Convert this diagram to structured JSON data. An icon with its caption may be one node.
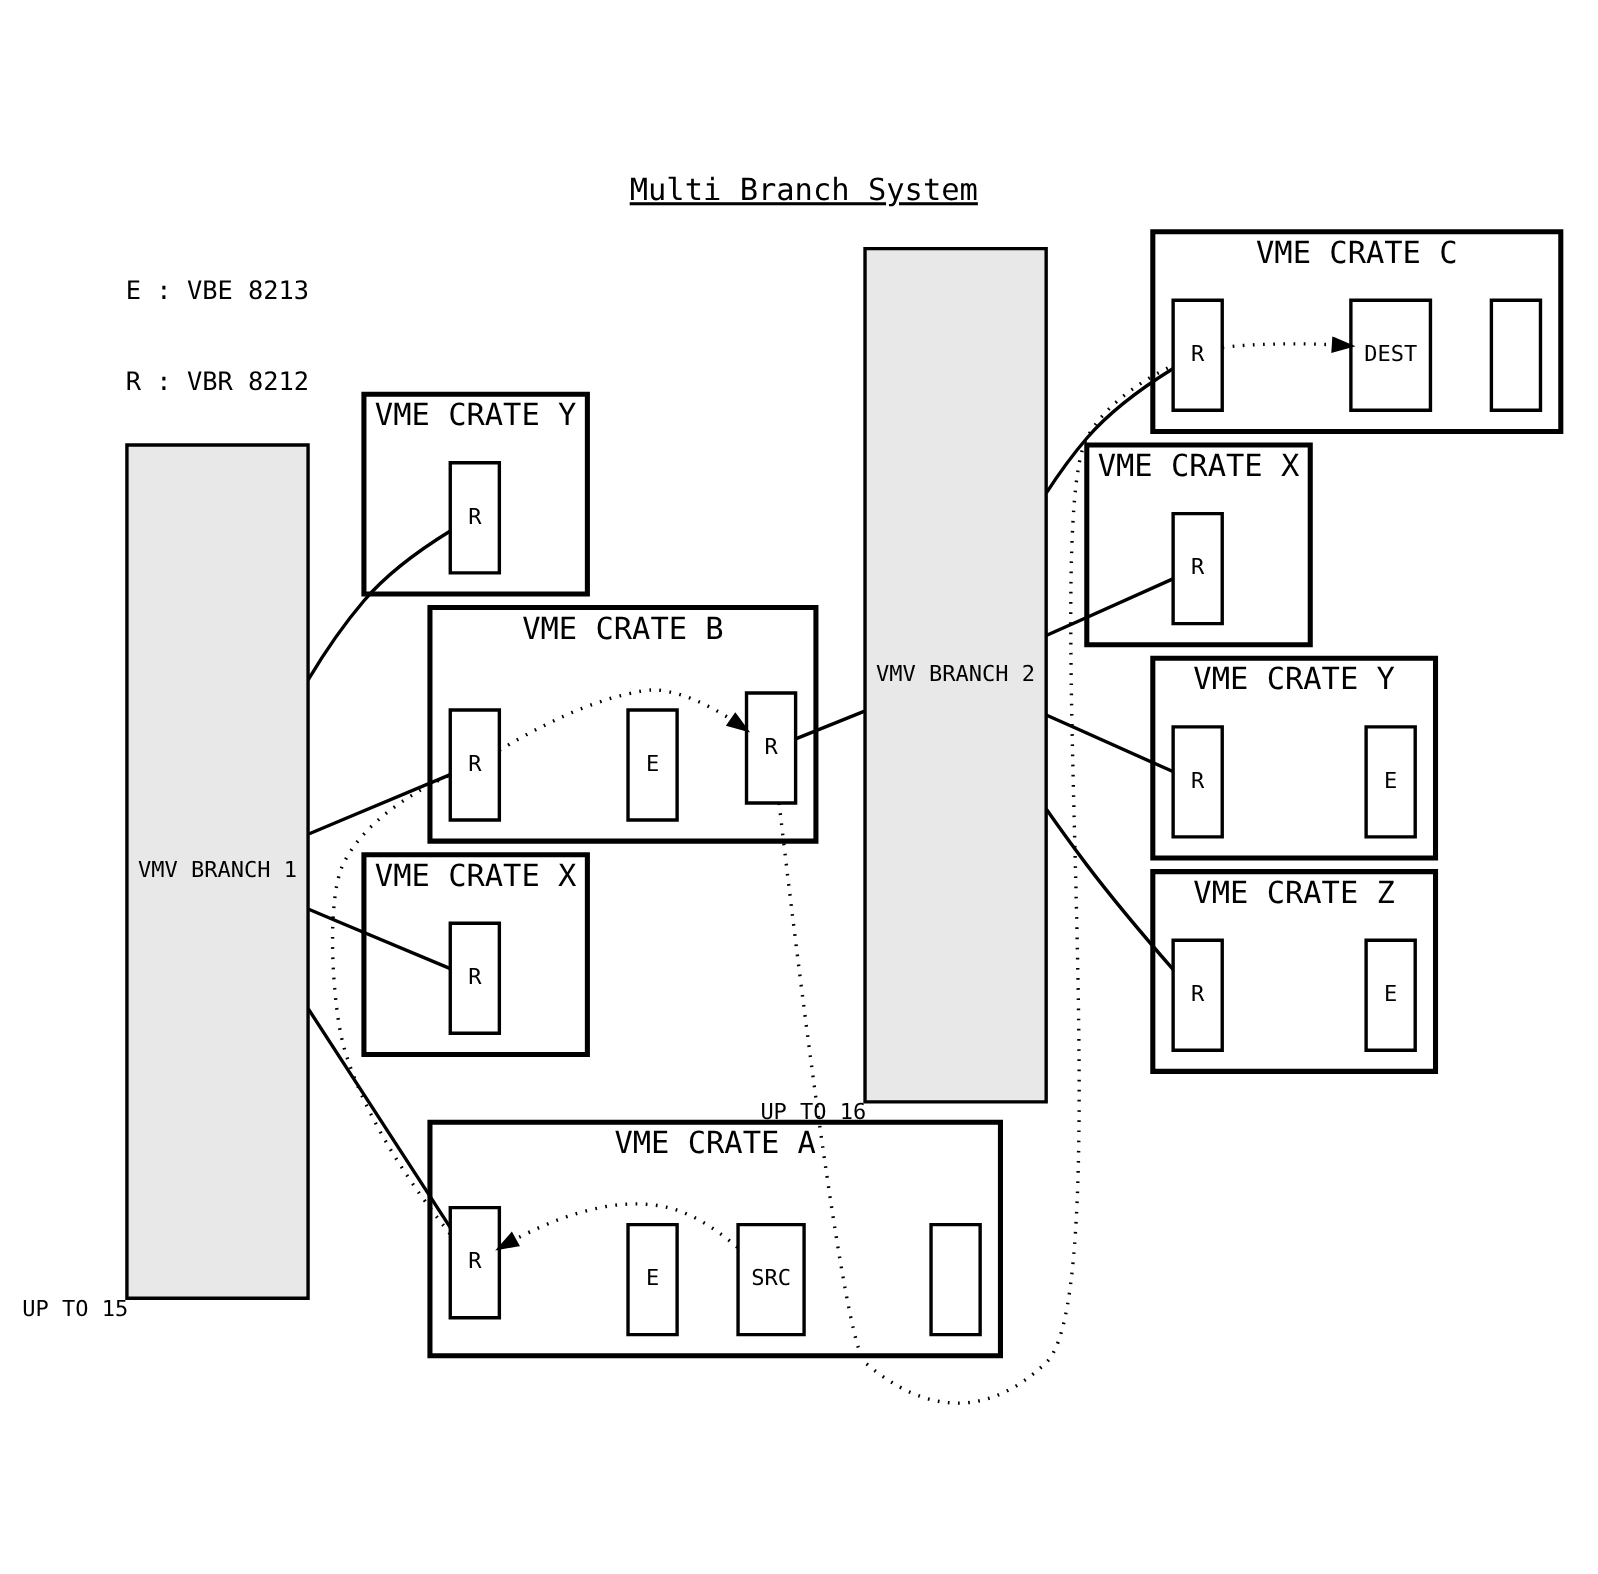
{
  "diagram": {
    "title": "Multi Branch System",
    "nodes": [
      {
        "text": [
          "VMV BRANCH 1"
        ],
        "beside": [
          "UP TO 15"
        ]
      },
      {
        "text": [
          "VME CRATE Y"
        ]
      },
      {
        "text": [
          "R"
        ],
        "in": 1
      },
      {
        "text": [
          "VME CRATE B"
        ]
      },
      {
        "text": [
          "R"
        ],
        "in": 3
      },
      {
        "text": [
          "E"
        ],
        "in": 3
      },
      {
        "text": [
          "R"
        ],
        "in": 3
      },
      {
        "text": [
          "VME CRATE X"
        ]
      },
      {
        "text": [
          "R"
        ],
        "in": 7
      },
      {
        "text": [
          "VME CRATE A"
        ]
      },
      {
        "text": [
          "R"
        ],
        "in": 9
      },
      {
        "text": [
          "E"
        ],
        "in": 9
      },
      {
        "text": [
          "SRC"
        ],
        "in": 9
      },
      {
        "text": [],
        "shape": "box",
        "in": 9
      },
      {
        "text": [
          "VMV BRANCH 2"
        ],
        "beside": [
          "UP TO 16"
        ]
      },
      {
        "text": [
          "VME CRATE C"
        ]
      },
      {
        "text": [
          "R"
        ],
        "in": 15
      },
      {
        "text": [
          "DEST"
        ],
        "in": 15
      },
      {
        "text": [],
        "shape": "box",
        "in": 15
      },
      {
        "text": [
          "VME CRATE X"
        ]
      },
      {
        "text": [
          "R"
        ],
        "in": 19
      },
      {
        "text": [
          "VME CRATE Y"
        ]
      },
      {
        "text": [
          "R"
        ],
        "in": 21
      },
      {
        "text": [
          "E"
        ],
        "in": 21
      },
      {
        "text": [
          "VME CRATE Z"
        ]
      },
      {
        "text": [
          "R"
        ],
        "in": 24
      },
      {
        "text": [
          "E"
        ],
        "in": 24
      }
    ],
    "edges": [
      {
        "from": 0,
        "to": 2,
        "arrow": "none"
      },
      {
        "from": 0,
        "to": 4,
        "arrow": "none"
      },
      {
        "from": 0,
        "to": 8,
        "arrow": "none"
      },
      {
        "from": 0,
        "to": 10,
        "arrow": "none"
      },
      {
        "from": 6,
        "to": 14,
        "arrow": "none"
      },
      {
        "from": 14,
        "to": 16,
        "arrow": "none"
      },
      {
        "from": 14,
        "to": 20,
        "arrow": "none"
      },
      {
        "from": 14,
        "to": 22,
        "arrow": "none"
      },
      {
        "from": 14,
        "to": 25,
        "arrow": "none"
      },
      {
        "from": 12,
        "to": 10,
        "arrow": "to",
        "style": "dashed"
      },
      {
        "from": 10,
        "to": 4,
        "arrow": "none",
        "style": "dashed"
      },
      {
        "from": 4,
        "to": 6,
        "arrow": "to",
        "style": "dashed"
      },
      {
        "from": 6,
        "to": 16,
        "arrow": "none",
        "style": "dashed"
      },
      {
        "from": 16,
        "to": 17,
        "arrow": "to",
        "style": "dashed"
      }
    ],
    "labels": [
      "R : VBR 8212",
      "E : VBE 8213"
    ]
  }
}
